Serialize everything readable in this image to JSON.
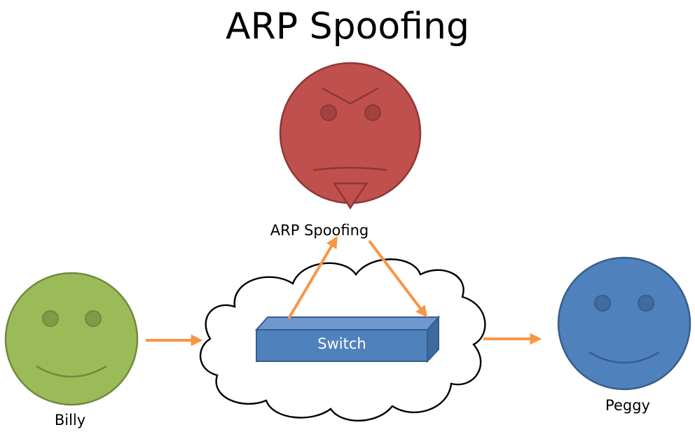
{
  "diagram": {
    "title": "ARP Spoofing",
    "attacker_label": "ARP Spoofing",
    "switch_label": "Switch",
    "billy_label": "Billy",
    "peggy_label": "Peggy"
  },
  "colors": {
    "attacker_fill": "#c0504d",
    "attacker_stroke": "#8c3836",
    "billy_fill": "#9bbb59",
    "billy_stroke": "#71893f",
    "peggy_fill": "#4f81bd",
    "peggy_stroke": "#385d8a",
    "switch_front": "#4f81bd",
    "switch_top": "#6f98cf",
    "switch_side": "#3e6aa0",
    "arrow": "#f79646",
    "cloud_stroke": "#000000"
  }
}
